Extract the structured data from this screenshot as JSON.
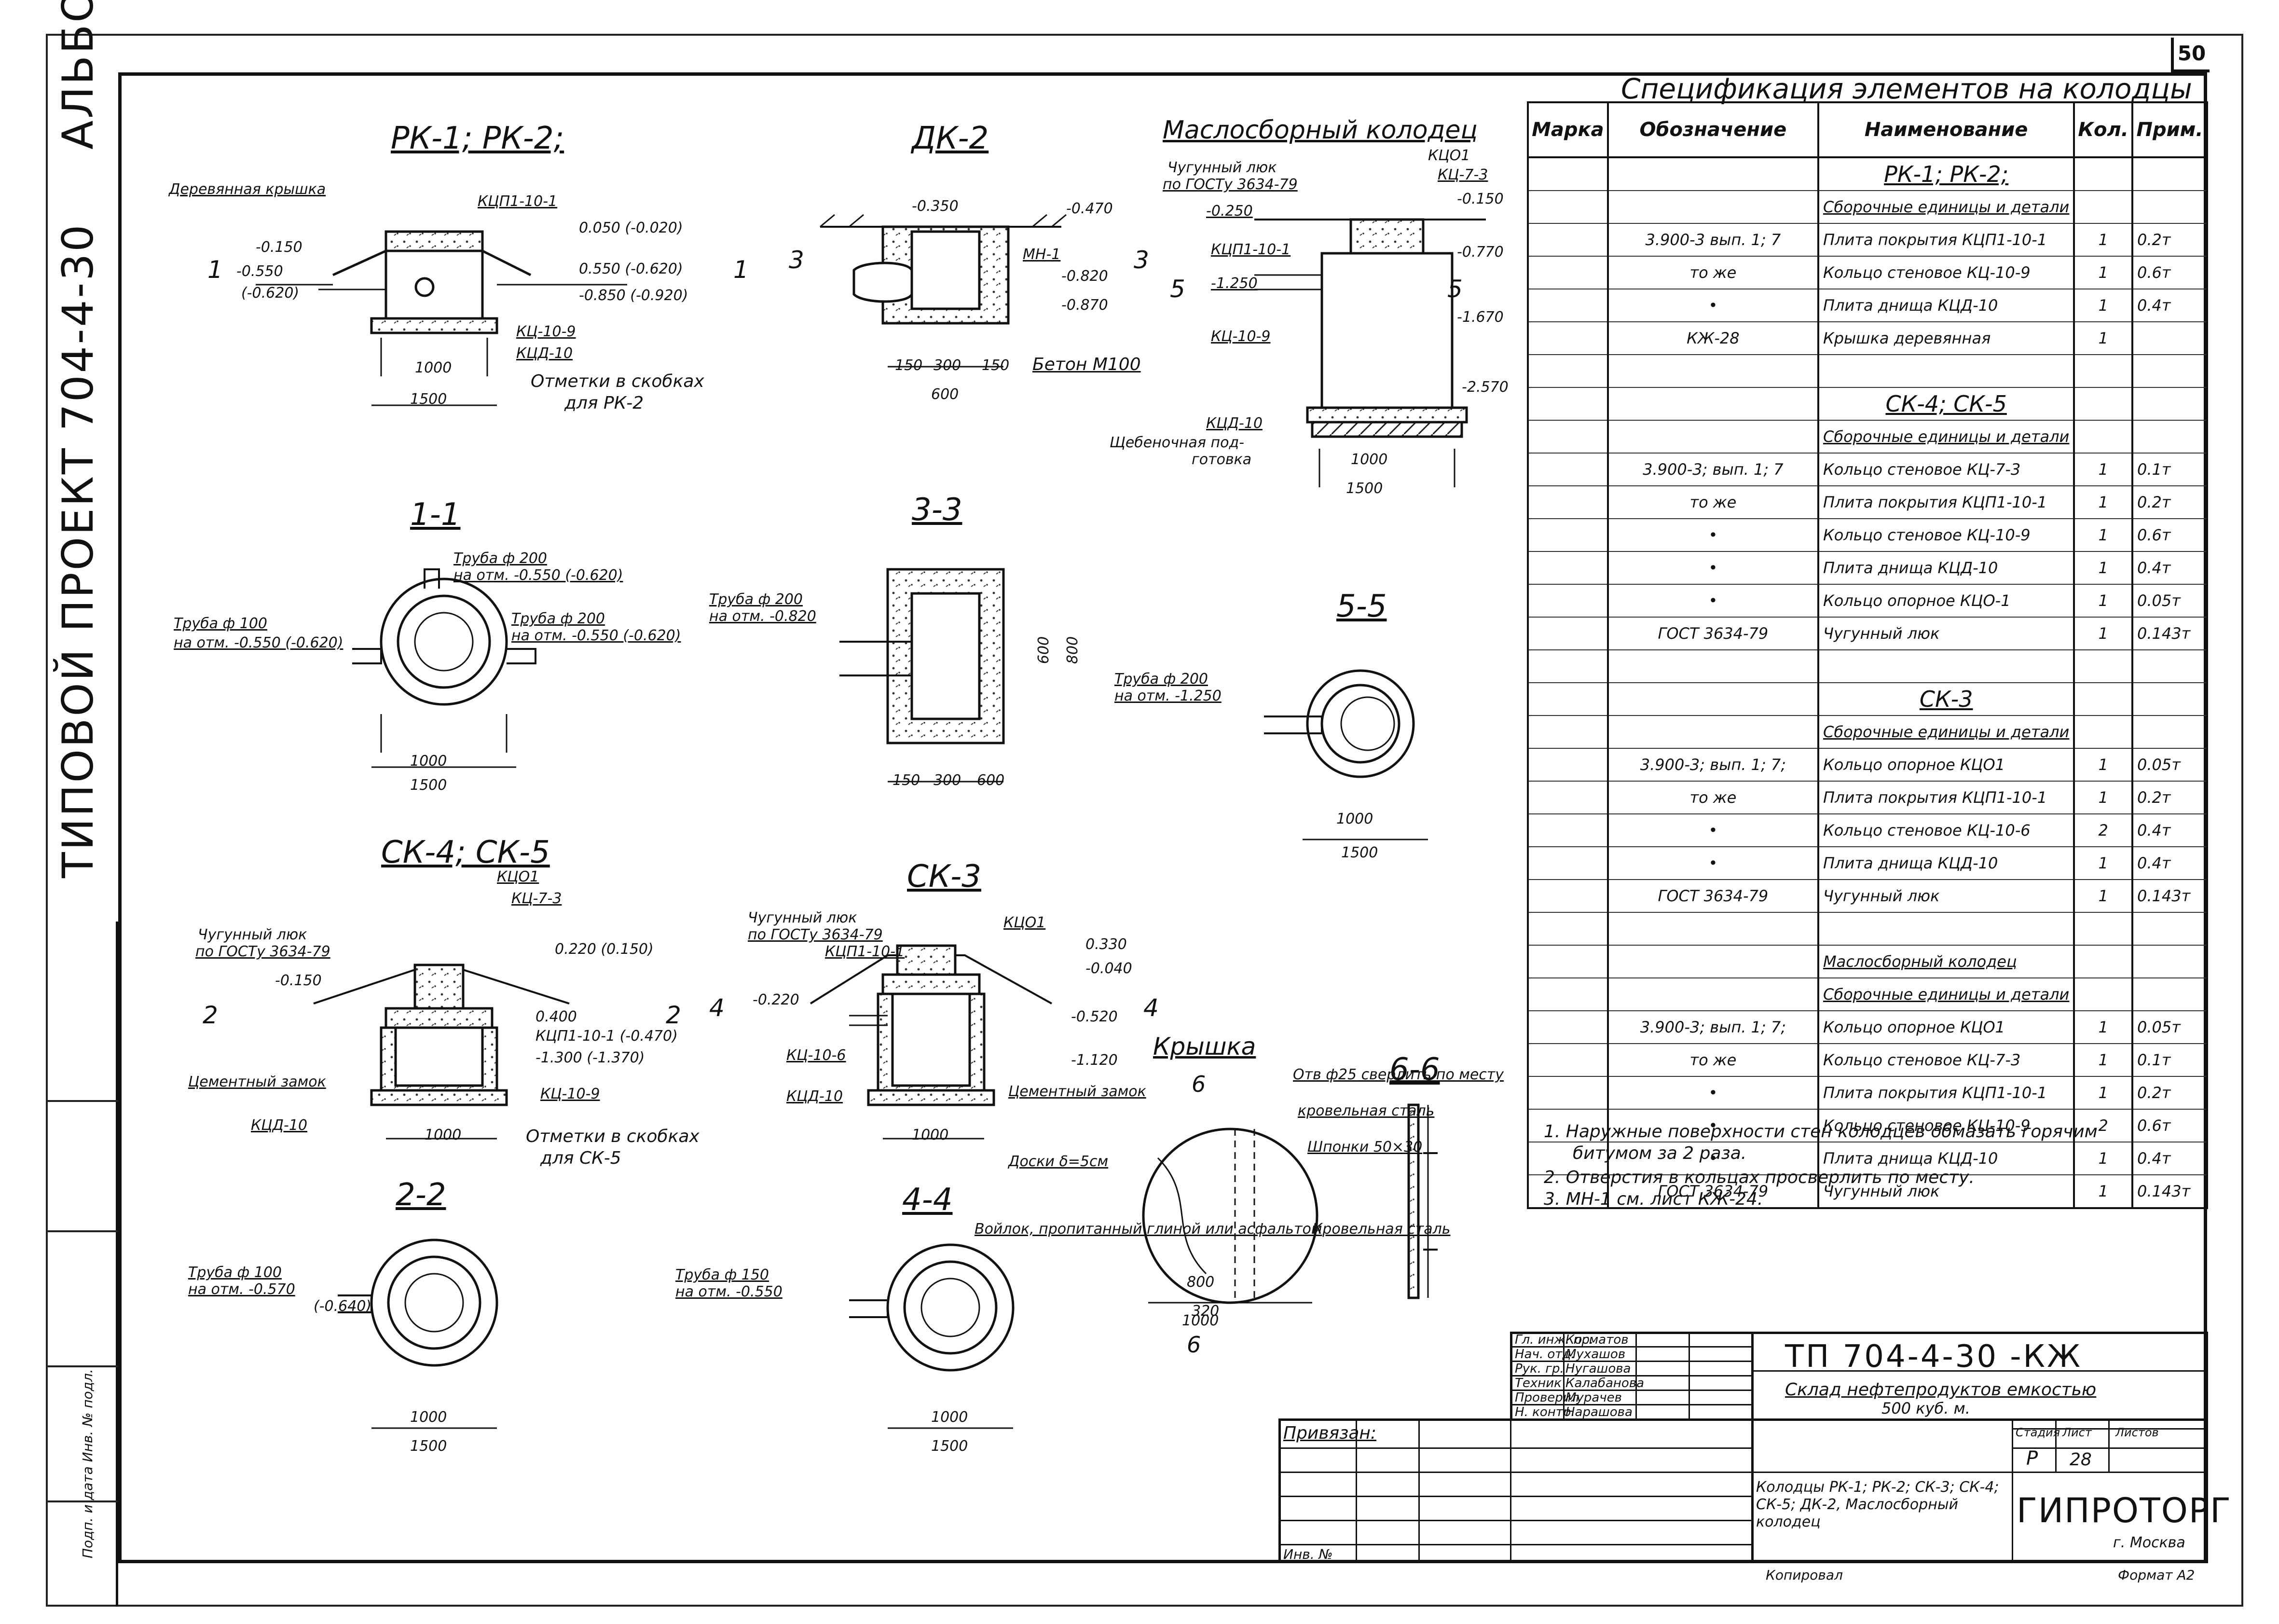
{
  "page": {
    "number": "50"
  },
  "side_title": {
    "left": "ТИПОВОЙ  ПРОЕКТ 704-4-30",
    "right": "АЛЬБОМ I"
  },
  "side_strip": {
    "label": "Подп. и дата  Инв. № подл."
  },
  "spec": {
    "title": "Спецификация элементов на колодцы",
    "headers": [
      "Марка",
      "Обозначение",
      "Наименование",
      "Кол.",
      "Прим."
    ],
    "rows": [
      {
        "mark": "",
        "des": "",
        "name": "РК-1;  РК-2;",
        "qty": "",
        "note": "",
        "kind": "heading"
      },
      {
        "mark": "",
        "des": "",
        "name": "Сборочные единицы и детали",
        "qty": "",
        "note": "",
        "kind": "sub"
      },
      {
        "mark": "",
        "des": "3.900-3  вып. 1; 7",
        "name": "Плита покрытия КЦП1-10-1",
        "qty": "1",
        "note": "0.2т"
      },
      {
        "mark": "",
        "des": "то же",
        "name": "Кольцо стеновое КЦ-10-9",
        "qty": "1",
        "note": "0.6т"
      },
      {
        "mark": "",
        "des": "•",
        "name": "Плита днища КЦД-10",
        "qty": "1",
        "note": "0.4т"
      },
      {
        "mark": "",
        "des": "КЖ-28",
        "name": "Крышка деревянная",
        "qty": "1",
        "note": ""
      },
      {
        "mark": "",
        "des": "",
        "name": "",
        "qty": "",
        "note": ""
      },
      {
        "mark": "",
        "des": "",
        "name": "СК-4;  СК-5",
        "qty": "",
        "note": "",
        "kind": "heading"
      },
      {
        "mark": "",
        "des": "",
        "name": "Сборочные единицы и детали",
        "qty": "",
        "note": "",
        "kind": "sub"
      },
      {
        "mark": "",
        "des": "3.900-3; вып. 1; 7",
        "name": "Кольцо стеновое КЦ-7-3",
        "qty": "1",
        "note": "0.1т"
      },
      {
        "mark": "",
        "des": "то же",
        "name": "Плита покрытия КЦП1-10-1",
        "qty": "1",
        "note": "0.2т"
      },
      {
        "mark": "",
        "des": "•",
        "name": "Кольцо стеновое КЦ-10-9",
        "qty": "1",
        "note": "0.6т"
      },
      {
        "mark": "",
        "des": "•",
        "name": "Плита днища КЦД-10",
        "qty": "1",
        "note": "0.4т"
      },
      {
        "mark": "",
        "des": "•",
        "name": "Кольцо опорное КЦО-1",
        "qty": "1",
        "note": "0.05т"
      },
      {
        "mark": "",
        "des": "ГОСТ 3634-79",
        "name": "Чугунный люк",
        "qty": "1",
        "note": "0.143т"
      },
      {
        "mark": "",
        "des": "",
        "name": "",
        "qty": "",
        "note": ""
      },
      {
        "mark": "",
        "des": "",
        "name": "СК-3",
        "qty": "",
        "note": "",
        "kind": "heading"
      },
      {
        "mark": "",
        "des": "",
        "name": "Сборочные единицы и детали",
        "qty": "",
        "note": "",
        "kind": "sub"
      },
      {
        "mark": "",
        "des": "3.900-3; вып. 1; 7;",
        "name": "Кольцо опорное КЦО1",
        "qty": "1",
        "note": "0.05т"
      },
      {
        "mark": "",
        "des": "то же",
        "name": "Плита покрытия КЦП1-10-1",
        "qty": "1",
        "note": "0.2т"
      },
      {
        "mark": "",
        "des": "•",
        "name": "Кольцо стеновое КЦ-10-6",
        "qty": "2",
        "note": "0.4т"
      },
      {
        "mark": "",
        "des": "•",
        "name": "Плита днища КЦД-10",
        "qty": "1",
        "note": "0.4т"
      },
      {
        "mark": "",
        "des": "ГОСТ 3634-79",
        "name": "Чугунный люк",
        "qty": "1",
        "note": "0.143т"
      },
      {
        "mark": "",
        "des": "",
        "name": "",
        "qty": "",
        "note": ""
      },
      {
        "mark": "",
        "des": "",
        "name": "Маслосборный колодец",
        "qty": "",
        "note": "",
        "kind": "sub"
      },
      {
        "mark": "",
        "des": "",
        "name": "Сборочные единицы и детали",
        "qty": "",
        "note": "",
        "kind": "sub"
      },
      {
        "mark": "",
        "des": "3.900-3; вып. 1; 7;",
        "name": "Кольцо опорное КЦО1",
        "qty": "1",
        "note": "0.05т"
      },
      {
        "mark": "",
        "des": "то же",
        "name": "Кольцо стеновое КЦ-7-3",
        "qty": "1",
        "note": "0.1т"
      },
      {
        "mark": "",
        "des": "•",
        "name": "Плита покрытия КЦП1-10-1",
        "qty": "1",
        "note": "0.2т"
      },
      {
        "mark": "",
        "des": "•",
        "name": "Кольцо стеновое КЦ-10-9",
        "qty": "2",
        "note": "0.6т"
      },
      {
        "mark": "",
        "des": "•",
        "name": "Плита днища КЦД-10",
        "qty": "1",
        "note": "0.4т"
      },
      {
        "mark": "",
        "des": "ГОСТ 3634-79",
        "name": "Чугунный люк",
        "qty": "1",
        "note": "0.143т"
      }
    ]
  },
  "notes": [
    "1. Наружные поверхности стен колодцев обмазать горячим",
    "битумом за 2 раза.",
    "2. Отверстия в кольцах просверлить по месту.",
    "3. МН-1 см. лист КЖ-24."
  ],
  "views": {
    "rk": {
      "title": "РК-1; РК-2;",
      "labels": [
        "Деревянная крышка",
        "КЦП1-10-1",
        "-0.150",
        "-0.550",
        "(-0.620)",
        "0.050 (-0.020)",
        "0.550 (-0.620)",
        "-0.850 (-0.920)",
        "КЦ-10-9",
        "КЦД-10",
        "1000",
        "1500",
        "Отметки в скобках",
        "для РК-2",
        "1",
        "1"
      ]
    },
    "dk": {
      "title": "ДК-2",
      "labels": [
        "-0.350",
        "-0.470",
        "МН-1",
        "-0.820",
        "-0.870",
        "3",
        "3",
        "150",
        "300",
        "150",
        "600",
        "Бетон М100"
      ]
    },
    "oil": {
      "title": "Маслосборный колодец",
      "labels": [
        "Чугунный люк",
        "по ГОСТу 3634-79",
        "КЦО1",
        "КЦ-7-3",
        "-0.150",
        "-0.250",
        "КЦП1-10-1",
        "-0.770",
        "-1.250",
        "-1.670",
        "КЦ-10-9",
        "-2.570",
        "КЦД-10",
        "Щебеночная под-",
        "готовка",
        "1000",
        "1500",
        "5",
        "5"
      ]
    },
    "s11": {
      "title": "1-1",
      "labels": [
        "Труба ф 200",
        "на отм. -0.550 (-0.620)",
        "Труба ф 100",
        "на отм. -0.550 (-0.620)",
        "Труба ф 200",
        "на отм. -0.550 (-0.620)",
        "1000",
        "1500"
      ]
    },
    "s33": {
      "title": "3-3",
      "labels": [
        "Труба ф 200",
        "на отм. -0.820",
        "600",
        "800",
        "150",
        "300",
        "600"
      ]
    },
    "s55": {
      "title": "5-5",
      "labels": [
        "Труба ф 200",
        "на отм. -1.250",
        "1000",
        "1500"
      ]
    },
    "sk45": {
      "title": "СК-4; СК-5",
      "labels": [
        "КЦО1",
        "КЦ-7-3",
        "Чугунный люк",
        "по ГОСТу 3634-79",
        "0.220 (0.150)",
        "-0.150",
        "0.400",
        "КЦП1-10-1 (-0.470)",
        "-1.300 (-1.370)",
        "Цементный замок",
        "КЦ-10-9",
        "КЦД-10",
        "1000",
        "Отметки в скобках",
        "для СК-5",
        "2",
        "2"
      ]
    },
    "sk3": {
      "title": "СК-3",
      "labels": [
        "Чугунный люк",
        "по ГОСТу 3634-79",
        "КЦО1",
        "КЦП1-10-1",
        "0.330",
        "-0.040",
        "-0.220",
        "-0.520",
        "КЦ-10-6",
        "-1.120",
        "КЦД-10",
        "Цементный замок",
        "1000",
        "4",
        "4"
      ]
    },
    "lid": {
      "title": "Крышка",
      "labels": [
        "Доски δ=5см",
        "Войлок, пропитанный глиной или асфальтом",
        "6",
        "6",
        "800",
        "320",
        "1000"
      ]
    },
    "s66": {
      "title": "6-6",
      "labels": [
        "Отв ф25 сверлить по месту",
        "кровельная сталь",
        "Шпонки 50×30",
        "Кровельная сталь"
      ]
    },
    "s22": {
      "title": "2-2",
      "labels": [
        "Труба ф 100",
        "на отм. -0.570",
        "(-0.640)",
        "1000",
        "1500"
      ]
    },
    "s44": {
      "title": "4-4",
      "labels": [
        "Труба ф 150",
        "на отм. -0.550",
        "1000",
        "1500"
      ]
    }
  },
  "title_block": {
    "code": "ТП   704-4-30 -КЖ",
    "object": "Склад нефтепродуктов емкостью",
    "object2": "500 куб. м.",
    "stage_h": "Стадия",
    "sheet_h": "Лист",
    "sheets_h": "Листов",
    "stage": "Р",
    "sheet": "28",
    "sheet_title": "Колодцы РК-1; РК-2; СК-3; СК-4; СК-5; ДК-2, Маслосборный колодец",
    "org": "ГИПРОТОРГ",
    "city": "г. Москва",
    "signers": [
      {
        "role": "Гл. инж. пр.",
        "name": "Косматов"
      },
      {
        "role": "Нач. отд.",
        "name": "Мухашов"
      },
      {
        "role": "Рук. гр.",
        "name": "Нугашова"
      },
      {
        "role": "Техник",
        "name": "Калабанова"
      },
      {
        "role": "Проверил",
        "name": "Мурачев"
      },
      {
        "role": "Н. контр.",
        "name": "Нарашова"
      }
    ],
    "attached": "Привязан:",
    "inv": "Инв. №",
    "copied": "Копировал",
    "format": "Формат А2"
  }
}
